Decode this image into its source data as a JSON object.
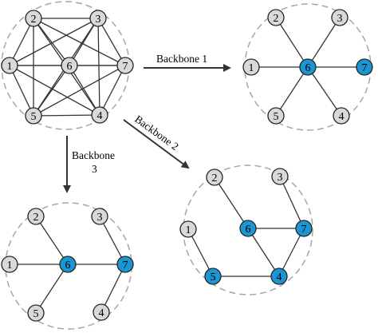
{
  "colors": {
    "node_fill": "#d9d9d9",
    "highlight_fill": "#1b96d3",
    "edge": "#333333",
    "boundary": "#a6a6a6",
    "arrow": "#333333"
  },
  "captions": {
    "backbone1": "Backbone 1",
    "backbone2": "Backbone 2",
    "backbone3_line1": "Backbone",
    "backbone3_line2": "3"
  },
  "panels": [
    {
      "id": "full-graph",
      "nodes": [
        {
          "id": "1",
          "label": "1",
          "highlight": false
        },
        {
          "id": "2",
          "label": "2",
          "highlight": false
        },
        {
          "id": "3",
          "label": "3",
          "highlight": false
        },
        {
          "id": "4",
          "label": "4",
          "highlight": false
        },
        {
          "id": "5",
          "label": "5",
          "highlight": false
        },
        {
          "id": "6",
          "label": "6",
          "highlight": false
        },
        {
          "id": "7",
          "label": "7",
          "highlight": false
        }
      ],
      "edges": [
        [
          "1",
          "2"
        ],
        [
          "1",
          "3"
        ],
        [
          "1",
          "4"
        ],
        [
          "1",
          "5"
        ],
        [
          "1",
          "6"
        ],
        [
          "1",
          "7"
        ],
        [
          "2",
          "3"
        ],
        [
          "2",
          "4"
        ],
        [
          "2",
          "5"
        ],
        [
          "2",
          "6"
        ],
        [
          "2",
          "7"
        ],
        [
          "3",
          "4"
        ],
        [
          "3",
          "5"
        ],
        [
          "3",
          "6"
        ],
        [
          "3",
          "7"
        ],
        [
          "4",
          "5"
        ],
        [
          "4",
          "6"
        ],
        [
          "4",
          "7"
        ],
        [
          "5",
          "6"
        ],
        [
          "5",
          "7"
        ],
        [
          "6",
          "7"
        ]
      ]
    },
    {
      "id": "backbone-1",
      "nodes": [
        {
          "id": "1",
          "label": "1",
          "highlight": false
        },
        {
          "id": "2",
          "label": "2",
          "highlight": false
        },
        {
          "id": "3",
          "label": "3",
          "highlight": false
        },
        {
          "id": "4",
          "label": "4",
          "highlight": false
        },
        {
          "id": "5",
          "label": "5",
          "highlight": false
        },
        {
          "id": "6",
          "label": "6",
          "highlight": true
        },
        {
          "id": "7",
          "label": "7",
          "highlight": true
        }
      ],
      "edges": [
        [
          "6",
          "1"
        ],
        [
          "6",
          "2"
        ],
        [
          "6",
          "3"
        ],
        [
          "6",
          "4"
        ],
        [
          "6",
          "5"
        ],
        [
          "6",
          "7"
        ]
      ]
    },
    {
      "id": "backbone-3",
      "nodes": [
        {
          "id": "1",
          "label": "1",
          "highlight": false
        },
        {
          "id": "2",
          "label": "2",
          "highlight": false
        },
        {
          "id": "3",
          "label": "3",
          "highlight": false
        },
        {
          "id": "4",
          "label": "4",
          "highlight": false
        },
        {
          "id": "5",
          "label": "5",
          "highlight": false
        },
        {
          "id": "6",
          "label": "6",
          "highlight": true
        },
        {
          "id": "7",
          "label": "7",
          "highlight": true
        }
      ],
      "edges": [
        [
          "6",
          "1"
        ],
        [
          "6",
          "2"
        ],
        [
          "6",
          "5"
        ],
        [
          "6",
          "7"
        ],
        [
          "7",
          "3"
        ],
        [
          "7",
          "4"
        ]
      ]
    },
    {
      "id": "backbone-2",
      "nodes": [
        {
          "id": "1",
          "label": "1",
          "highlight": false
        },
        {
          "id": "2",
          "label": "2",
          "highlight": false
        },
        {
          "id": "3",
          "label": "3",
          "highlight": false
        },
        {
          "id": "4",
          "label": "4",
          "highlight": true
        },
        {
          "id": "5",
          "label": "5",
          "highlight": true
        },
        {
          "id": "6",
          "label": "6",
          "highlight": true
        },
        {
          "id": "7",
          "label": "7",
          "highlight": true
        }
      ],
      "edges": [
        [
          "2",
          "6"
        ],
        [
          "6",
          "7"
        ],
        [
          "3",
          "7"
        ],
        [
          "6",
          "4"
        ],
        [
          "7",
          "4"
        ],
        [
          "5",
          "4"
        ],
        [
          "1",
          "5"
        ]
      ]
    }
  ]
}
